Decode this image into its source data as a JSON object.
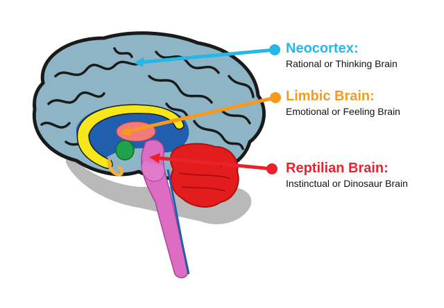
{
  "labels": {
    "neocortex": {
      "title": "Neocortex:",
      "description": "Rational or Thinking Brain",
      "color": "#27b6e8"
    },
    "limbic": {
      "title": "Limbic Brain:",
      "description": "Emotional or Feeling Brain",
      "color": "#f59a1c"
    },
    "reptilian": {
      "title": "Reptilian Brain:",
      "description": "Instinctual or Dinosaur Brain",
      "color": "#e8232c"
    }
  },
  "colors": {
    "cortex_fill": "#8db5c6",
    "cortex_outline": "#1a1a1a",
    "inner_blue": "#1f5fae",
    "fornix_yellow": "#f6e71c",
    "thalamus_pink": "#f27a7a",
    "amygdala_green": "#1ea34a",
    "brainstem_pink": "#dd6cc3",
    "cerebellum_red": "#e31d1d",
    "shadow_gray": "#b9b9b9"
  }
}
